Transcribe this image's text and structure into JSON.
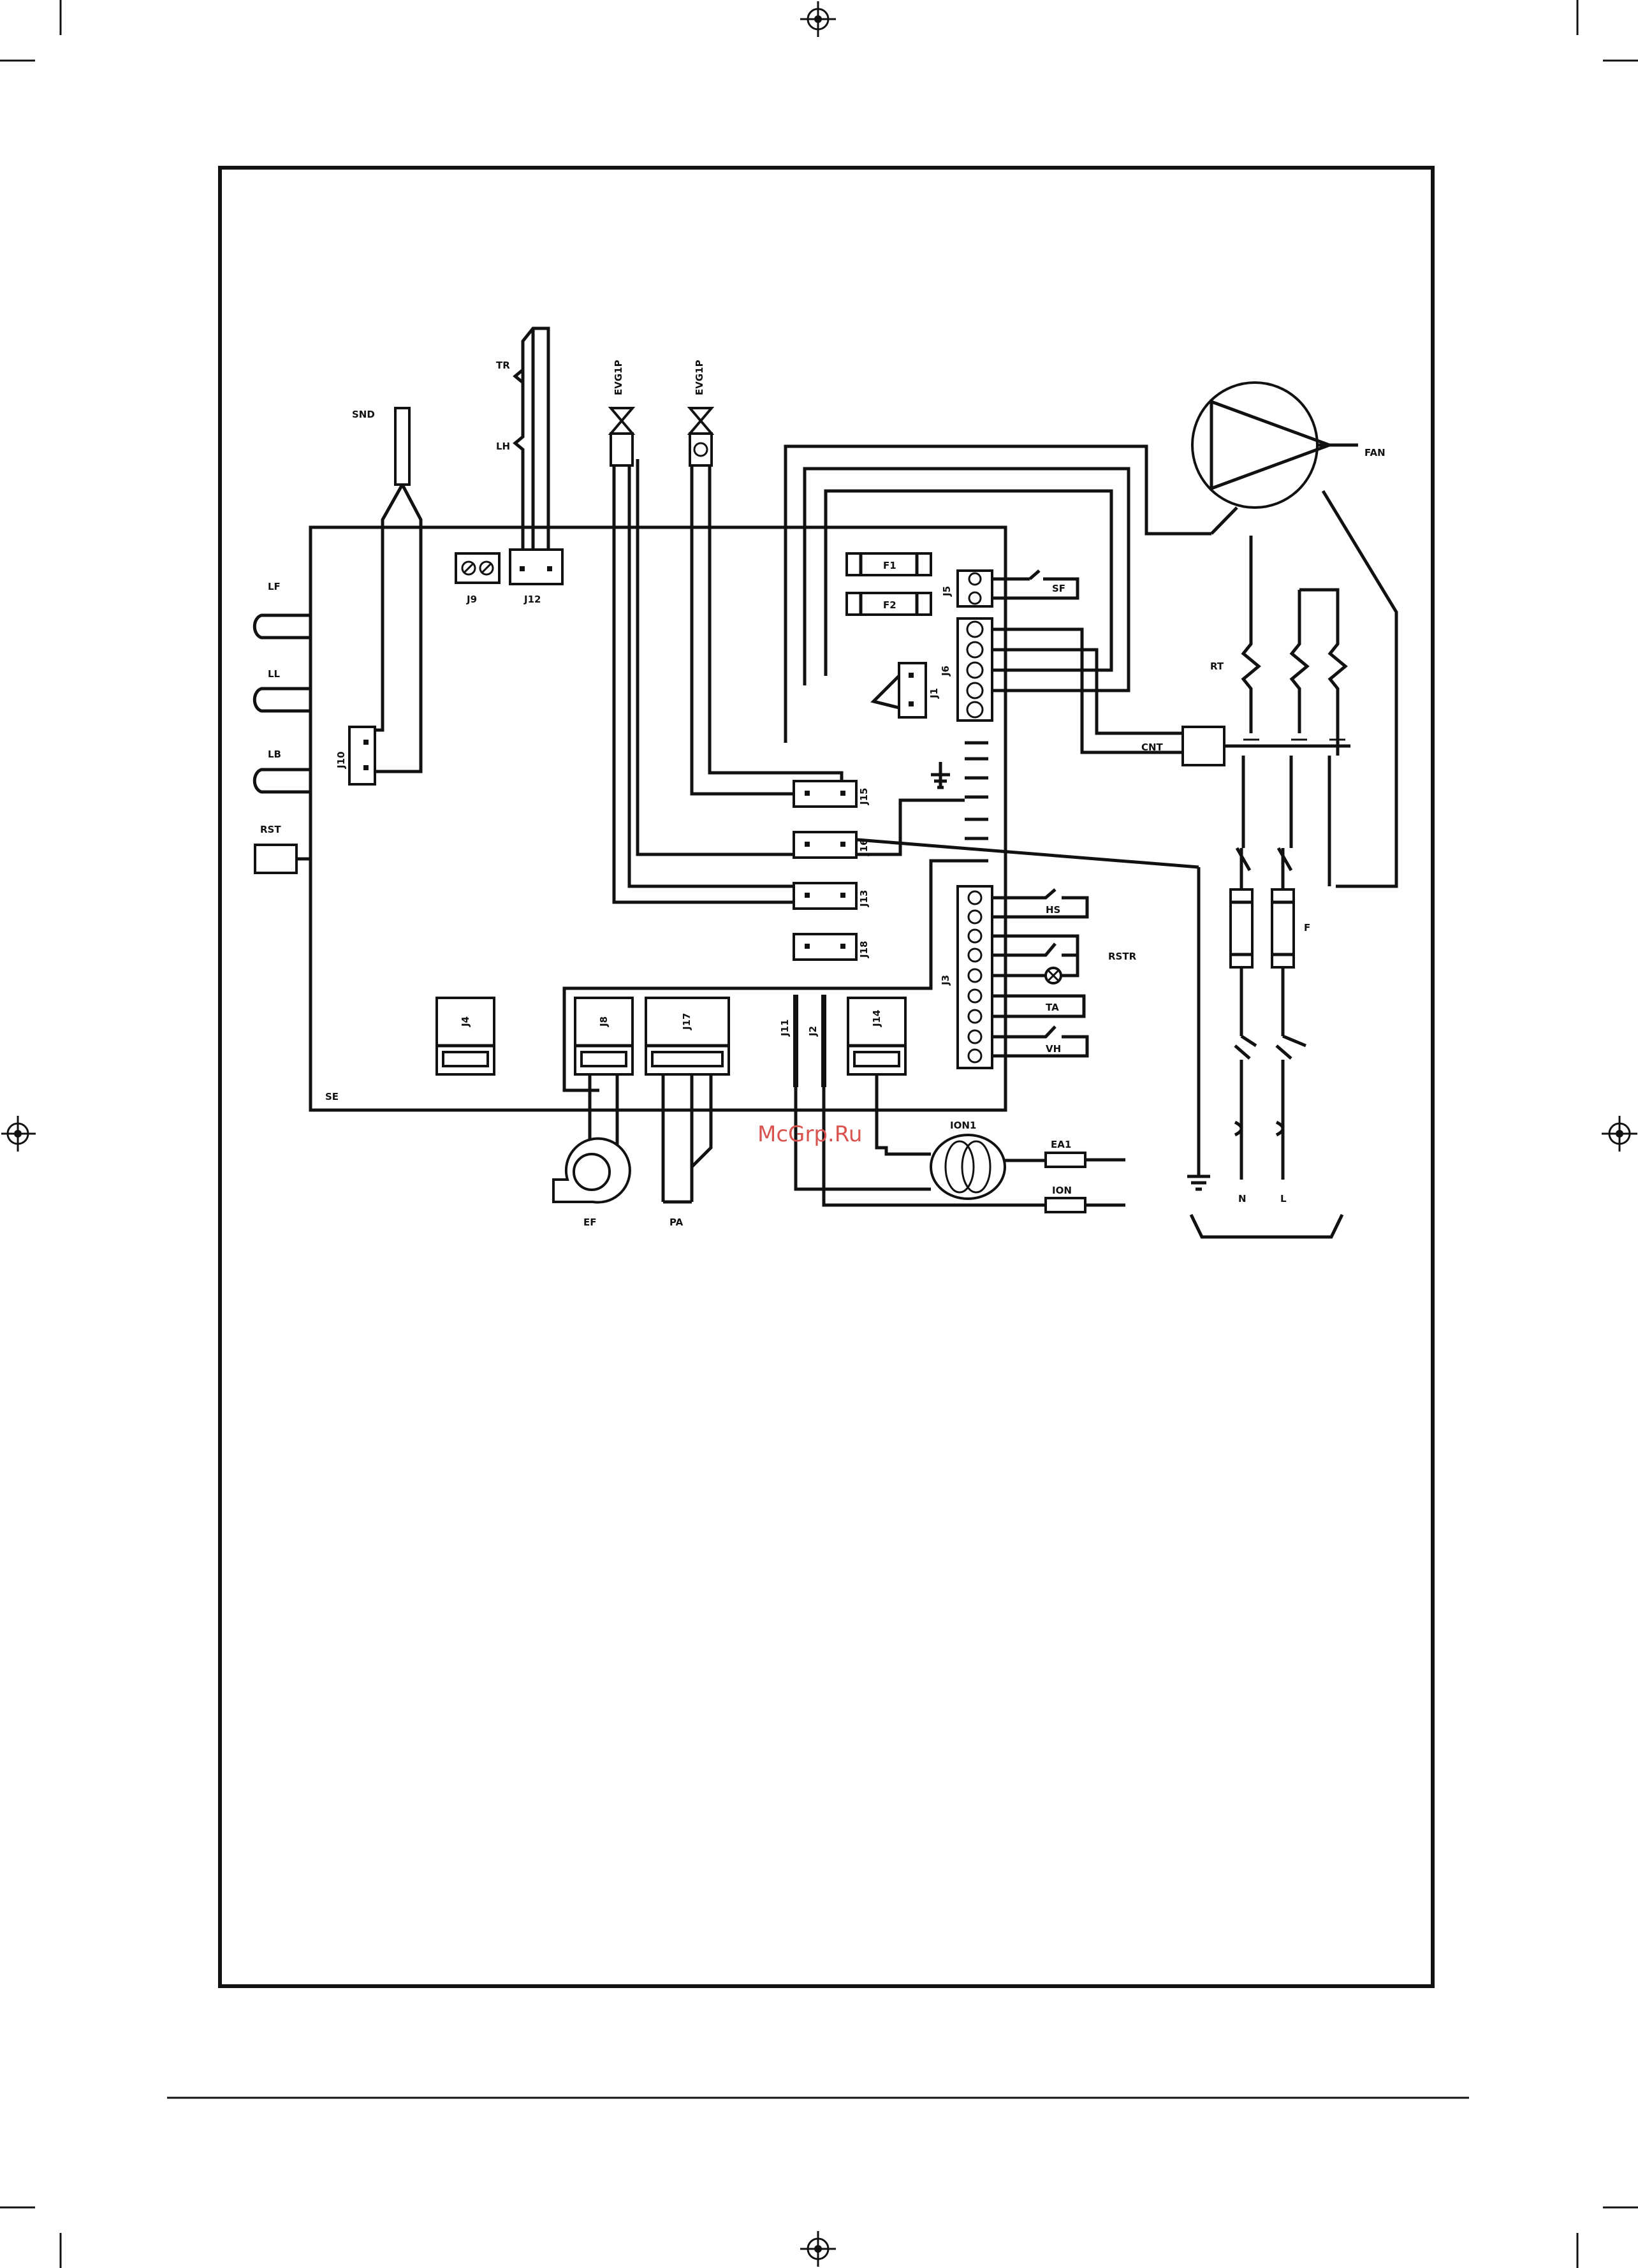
{
  "labels": {
    "snd": "SND",
    "tr": "TR",
    "lh": "LH",
    "evg1": "EVG1P",
    "evg2": "EVG1P",
    "fan": "FAN",
    "lf": "LF",
    "ll": "LL",
    "lb": "LB",
    "rst": "RST",
    "j9": "J9",
    "j12": "J12",
    "j10": "J10",
    "f1": "F1",
    "f2": "F2",
    "j5": "J5",
    "j6": "J6",
    "j1": "J1",
    "sf": "SF",
    "rt": "RT",
    "cnt": "CNT",
    "j15": "J15",
    "j16": "J16",
    "j13": "J13",
    "j18": "J18",
    "j3": "J3",
    "hs": "HS",
    "rstr": "RSTR",
    "ta": "TA",
    "vh": "VH",
    "f": "F",
    "j4": "J4",
    "j8": "J8",
    "j17": "J17",
    "j11": "J11",
    "j2": "J2",
    "j14": "J14",
    "se": "SE",
    "ion1": "ION1",
    "ea1": "EA1",
    "ion": "ION",
    "ef": "EF",
    "pa": "PA",
    "n": "N",
    "l": "L"
  },
  "watermark": "McGrp.Ru"
}
